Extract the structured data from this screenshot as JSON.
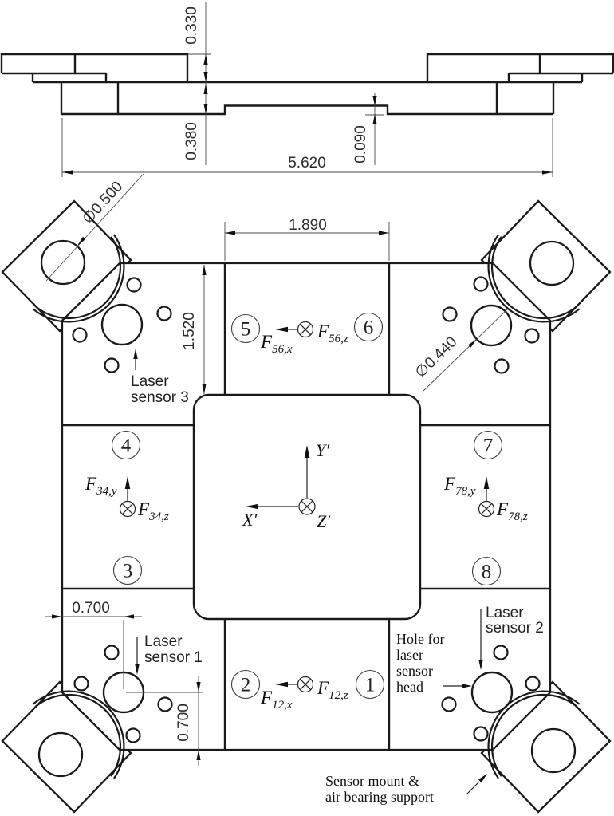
{
  "drawing": {
    "side_view": {
      "dim_mount_height": "0.330",
      "dim_plate_thickness": "0.380",
      "dim_recess_depth": "0.090",
      "dim_overall_width": "5.620"
    },
    "plan_view": {
      "dim_center_block_width": "1.890",
      "dim_corner_block_height": "1.520",
      "dim_hole_offset_x": "0.700",
      "dim_hole_offset_y": "0.700",
      "dia_mount_hole": "∅0.500",
      "dia_sensor_hole": "∅0.440",
      "axes": {
        "x": "X′",
        "y": "Y′",
        "z": "Z′"
      },
      "stations": {
        "s1": "1",
        "s2": "2",
        "s3": "3",
        "s4": "4",
        "s5": "5",
        "s6": "6",
        "s7": "7",
        "s8": "8"
      },
      "forces": {
        "f56x": {
          "f": "F",
          "sub": "56,x"
        },
        "f56z": {
          "f": "F",
          "sub": "56,z"
        },
        "f34y": {
          "f": "F",
          "sub": "34,y"
        },
        "f34z": {
          "f": "F",
          "sub": "34,z"
        },
        "f78y": {
          "f": "F",
          "sub": "78,y"
        },
        "f78z": {
          "f": "F",
          "sub": "78,z"
        },
        "f12x": {
          "f": "F",
          "sub": "12,x"
        },
        "f12z": {
          "f": "F",
          "sub": "12,z"
        }
      },
      "labels": {
        "laser3_line1": "Laser",
        "laser3_line2": "sensor 3",
        "laser1_line1": "Laser",
        "laser1_line2": "sensor 1",
        "laser2_line1": "Laser",
        "laser2_line2": "sensor 2",
        "hole_note_line1": "Hole for",
        "hole_note_line2": "laser",
        "hole_note_line3": "sensor",
        "hole_note_line4": "head",
        "mount_note_line1": "Sensor mount &",
        "mount_note_line2": "air bearing support"
      }
    }
  }
}
